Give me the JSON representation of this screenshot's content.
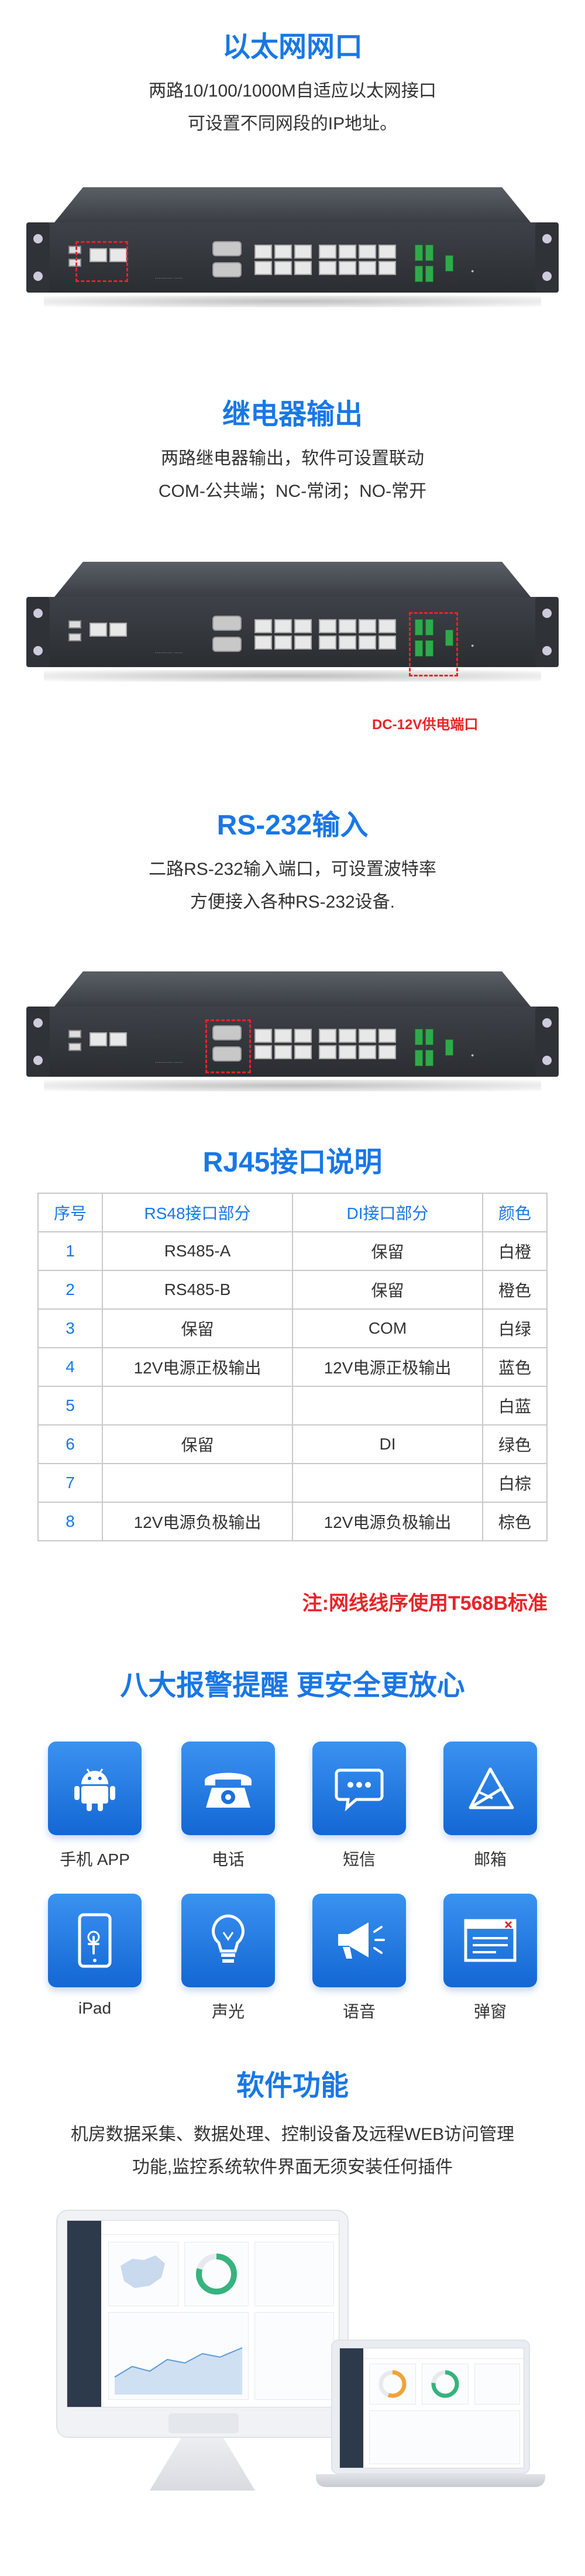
{
  "sections": {
    "ethernet": {
      "title": "以太网网口",
      "desc_line1": "两路10/100/1000M自适应以太网接口",
      "desc_line2": "可设置不同网段的IP地址。"
    },
    "relay": {
      "title": "继电器输出",
      "desc_line1": "两路继电器输出，软件可设置联动",
      "desc_line2": "COM-公共端；NC-常闭；NO-常开",
      "callout": "DC-12V供电端口"
    },
    "rs232": {
      "title": "RS-232输入",
      "desc_line1": "二路RS-232输入端口，可设置波特率",
      "desc_line2": "方便接入各种RS-232设备."
    },
    "rj45": {
      "title": "RJ45接口说明",
      "headers": [
        "序号",
        "RS48接口部分",
        "DI接口部分",
        "颜色"
      ],
      "rows": [
        [
          "1",
          "RS485-A",
          "保留",
          "白橙"
        ],
        [
          "2",
          "RS485-B",
          "保留",
          "橙色"
        ],
        [
          "3",
          "保留",
          "COM",
          "白绿"
        ],
        [
          "4",
          "12V电源正极输出",
          "12V电源正极输出",
          "蓝色"
        ],
        [
          "5",
          "",
          "",
          "白蓝"
        ],
        [
          "6",
          "保留",
          "DI",
          "绿色"
        ],
        [
          "7",
          "",
          "",
          "白棕"
        ],
        [
          "8",
          "12V电源负极输出",
          "12V电源负极输出",
          "棕色"
        ]
      ],
      "note": "注:网线线序使用T568B标准"
    },
    "alarms": {
      "title": "八大报警提醒 更安全更放心",
      "items": [
        {
          "label": "手机 APP",
          "icon": "android-icon"
        },
        {
          "label": "电话",
          "icon": "telephone-icon"
        },
        {
          "label": "短信",
          "icon": "sms-icon"
        },
        {
          "label": "邮箱",
          "icon": "mail-icon"
        },
        {
          "label": "iPad",
          "icon": "tablet-icon"
        },
        {
          "label": "声光",
          "icon": "light-bulb-icon"
        },
        {
          "label": "语音",
          "icon": "megaphone-icon"
        },
        {
          "label": "弹窗",
          "icon": "popup-window-icon"
        }
      ]
    },
    "software": {
      "title": "软件功能",
      "desc_line1": "机房数据采集、数据处理、控制设备及远程WEB访问管理",
      "desc_line2": "功能,监控系统软件界面无须安装任何插件"
    }
  },
  "colors": {
    "accent": "#1977e6",
    "highlight": "#e8232a",
    "terminal_green": "#2faa4a"
  }
}
